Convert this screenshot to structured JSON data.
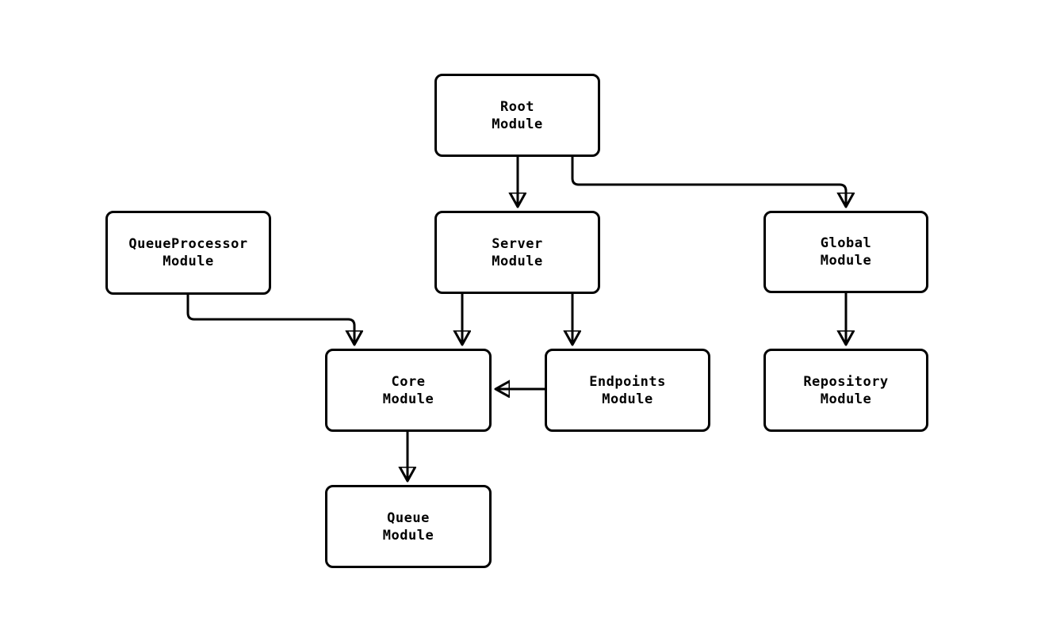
{
  "diagram": {
    "type": "module-dependency-flowchart",
    "background": "#ffffff",
    "colors": {
      "node_fill": "#ffffff",
      "node_border": "#000000",
      "edge": "#000000",
      "text": "#000000"
    },
    "nodes": {
      "root": {
        "label": "Root\nModule"
      },
      "queueprocessor": {
        "label": "QueueProcessor\nModule"
      },
      "server": {
        "label": "Server\nModule"
      },
      "global": {
        "label": "Global\nModule"
      },
      "core": {
        "label": "Core\nModule"
      },
      "endpoints": {
        "label": "Endpoints\nModule"
      },
      "repository": {
        "label": "Repository\nModule"
      },
      "queue": {
        "label": "Queue\nModule"
      }
    },
    "edges": [
      {
        "from": "root",
        "to": "server"
      },
      {
        "from": "root",
        "to": "global"
      },
      {
        "from": "queueprocessor",
        "to": "core"
      },
      {
        "from": "server",
        "to": "core"
      },
      {
        "from": "server",
        "to": "endpoints"
      },
      {
        "from": "endpoints",
        "to": "core"
      },
      {
        "from": "global",
        "to": "repository"
      },
      {
        "from": "core",
        "to": "queue"
      }
    ]
  }
}
